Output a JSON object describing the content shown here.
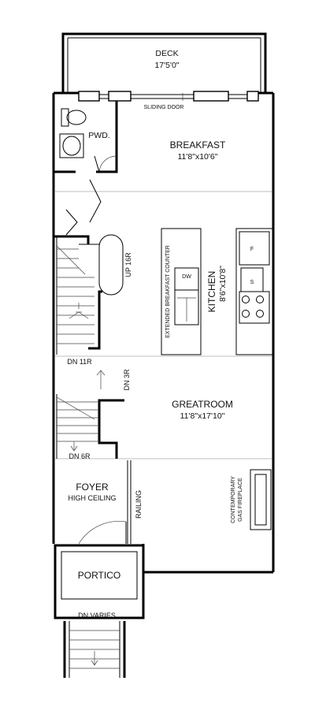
{
  "rooms": {
    "deck": {
      "name": "DECK",
      "dim": "17'5'0\""
    },
    "sliding_door": "SLIDING DOOR",
    "powder": "PWD.",
    "breakfast": {
      "name": "BREAKFAST",
      "dim": "11'8\"x10'6\""
    },
    "kitchen": {
      "name": "KITCHEN",
      "dim": "8'6\"x10'8\""
    },
    "counter": "EXTENDED BREAKFAST COUNTER",
    "dishwasher": "DW",
    "fridge": "F",
    "sink": "S",
    "greatroom": {
      "name": "GREATROOM",
      "dim": "11'8\"x17'10\""
    },
    "foyer": {
      "name": "FOYER",
      "sub": "HIGH CEILING"
    },
    "railing": "RAILING",
    "fireplace": {
      "line1": "CONTEMPORARY",
      "line2": "GAS FIREPLACE"
    },
    "portico": "PORTICO"
  },
  "stairs": {
    "up": "UP 16R",
    "dn11": "DN 11R",
    "dn3": "DN 3R",
    "dn6": "DN 6R",
    "dnvaries": "DN VARIES"
  }
}
